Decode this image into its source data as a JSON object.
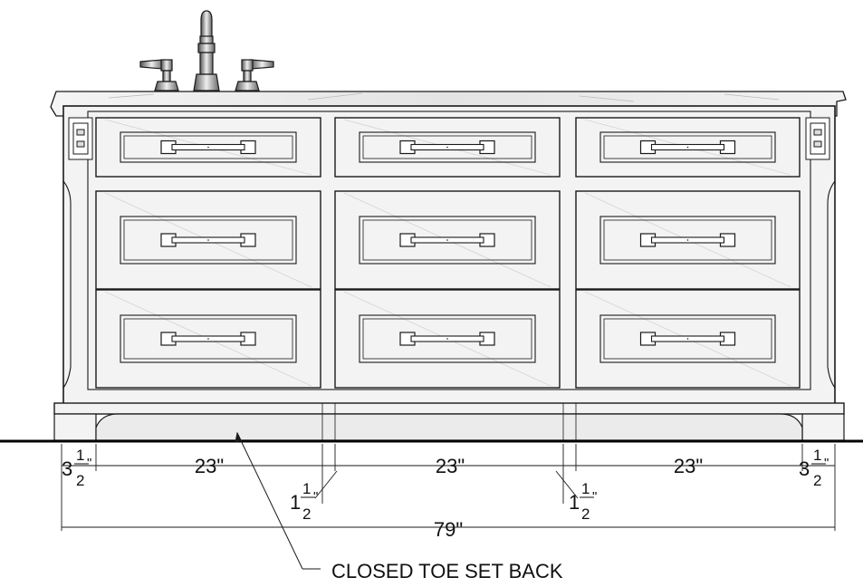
{
  "dimensions": {
    "end_left": {
      "whole": "3",
      "num": "1",
      "den": "2",
      "unit": "\""
    },
    "end_right": {
      "whole": "3",
      "num": "1",
      "den": "2",
      "unit": "\""
    },
    "bay_left": "23\"",
    "bay_center": "23\"",
    "bay_right": "23\"",
    "gap_left": {
      "whole": "1",
      "num": "1",
      "den": "2",
      "unit": "\""
    },
    "gap_right": {
      "whole": "1",
      "num": "1",
      "den": "2",
      "unit": "\""
    },
    "overall": "79\""
  },
  "callout": {
    "label": "CLOSED TOE SET BACK"
  },
  "colors": {
    "line": "#1a1a1a",
    "panel_fill": "#f3f3f3",
    "counter_fill": "#e9e9e9",
    "floor": "#000000"
  }
}
